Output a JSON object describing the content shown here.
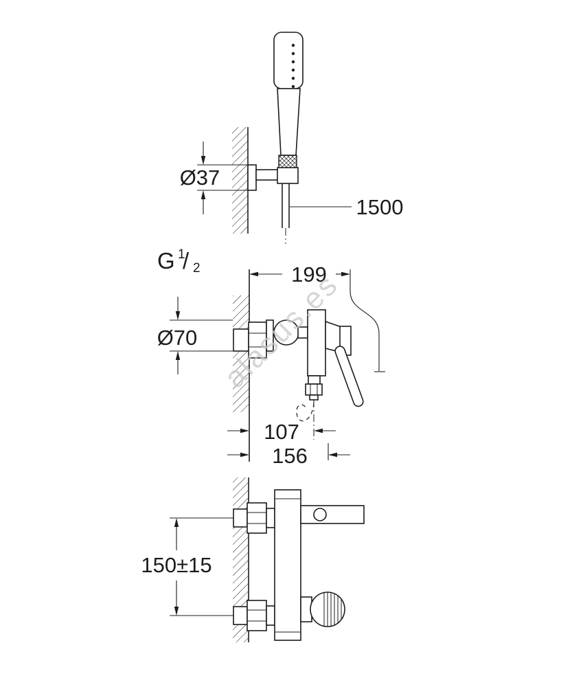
{
  "page": {
    "background": "#ffffff"
  },
  "style": {
    "line_color": "#1c1c1c",
    "watermark_color": "#c9c9c9"
  },
  "watermark": {
    "text": "alasus.es"
  },
  "labels": {
    "holder_diameter": "Ø37",
    "hose_length": "1500",
    "thread_g": "G",
    "thread_numerator": "1",
    "thread_slash": "/",
    "thread_denominator": "2",
    "projection": "199",
    "escutcheon_diameter": "Ø70",
    "outlet_depth": "107",
    "lever_depth": "156",
    "connection_spacing": "150±15"
  }
}
